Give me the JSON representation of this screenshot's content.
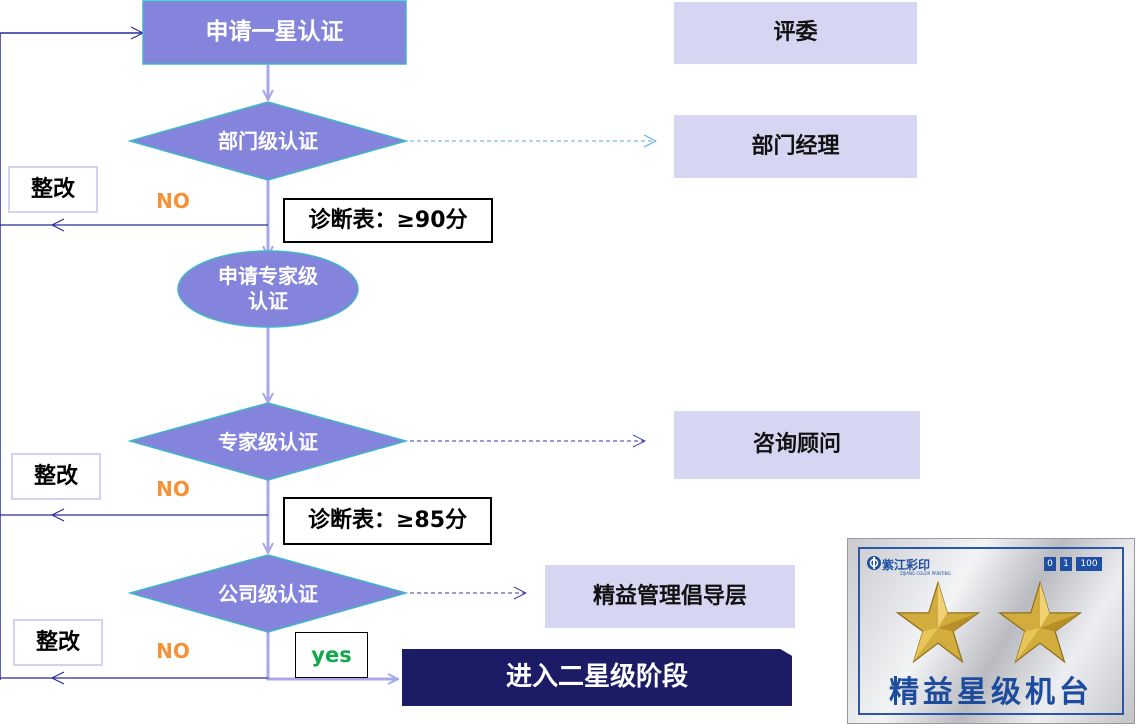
{
  "flow": {
    "start": "申请一星认证",
    "dept_check": "部门级认证",
    "apply_expert": "申请专家级认证",
    "expert_check": "专家级认证",
    "company_check": "公司级认证",
    "next_stage": "进入二星级阶段"
  },
  "roles": {
    "judges": "评委",
    "dept_manager": "部门经理",
    "consultant": "咨询顾问",
    "lean_advocates": "精益管理倡导层"
  },
  "rectify": [
    "整改",
    "整改",
    "整改"
  ],
  "no_labels": [
    "NO",
    "NO",
    "NO"
  ],
  "yes_label": "yes",
  "scores": {
    "dept": "诊断表：≥90分",
    "expert": "诊断表：≥85分"
  },
  "plaque": {
    "brand": "紫江彩印",
    "brand_en": "ZIJIANG COLOR PRINTING",
    "counters": [
      "0",
      "1",
      "100"
    ],
    "title": "精益星级机台",
    "stars": 2
  },
  "colors": {
    "shape_fill": "#8484dc",
    "shape_stroke": "#3fb7c7",
    "role_fill": "#d6d6f3",
    "next_fill": "#1c1b66",
    "no_color": "#f39237",
    "yes_color": "#10a84a",
    "loop_line": "#2a2a9a",
    "flow_arrow": "#a8a8e8"
  }
}
